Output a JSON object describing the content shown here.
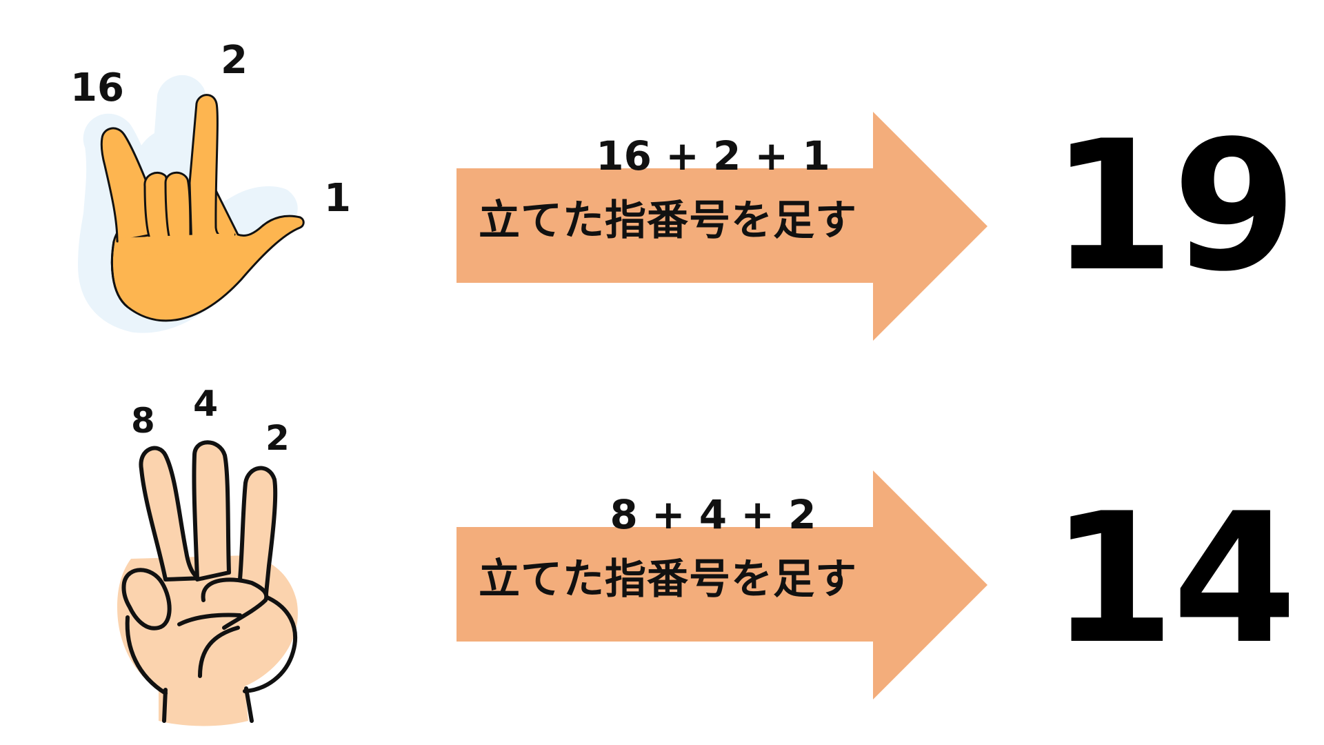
{
  "rows": [
    {
      "hand_numbers": [
        "16",
        "2",
        "1"
      ],
      "formula": "16 + 2 + 1",
      "instruction": "立てた指番号を足す",
      "result": "19"
    },
    {
      "hand_numbers": [
        "8",
        "4",
        "2"
      ],
      "formula": "8 + 4 + 2",
      "instruction": "立てた指番号を足す",
      "result": "14"
    }
  ],
  "colors": {
    "hand_top_fill": "#FDB550",
    "hand_top_glow": "#EAF4FB",
    "hand_bottom_fill": "#FBD3AE",
    "arrow_fill": "#F3AD7B",
    "outline": "#111111"
  }
}
